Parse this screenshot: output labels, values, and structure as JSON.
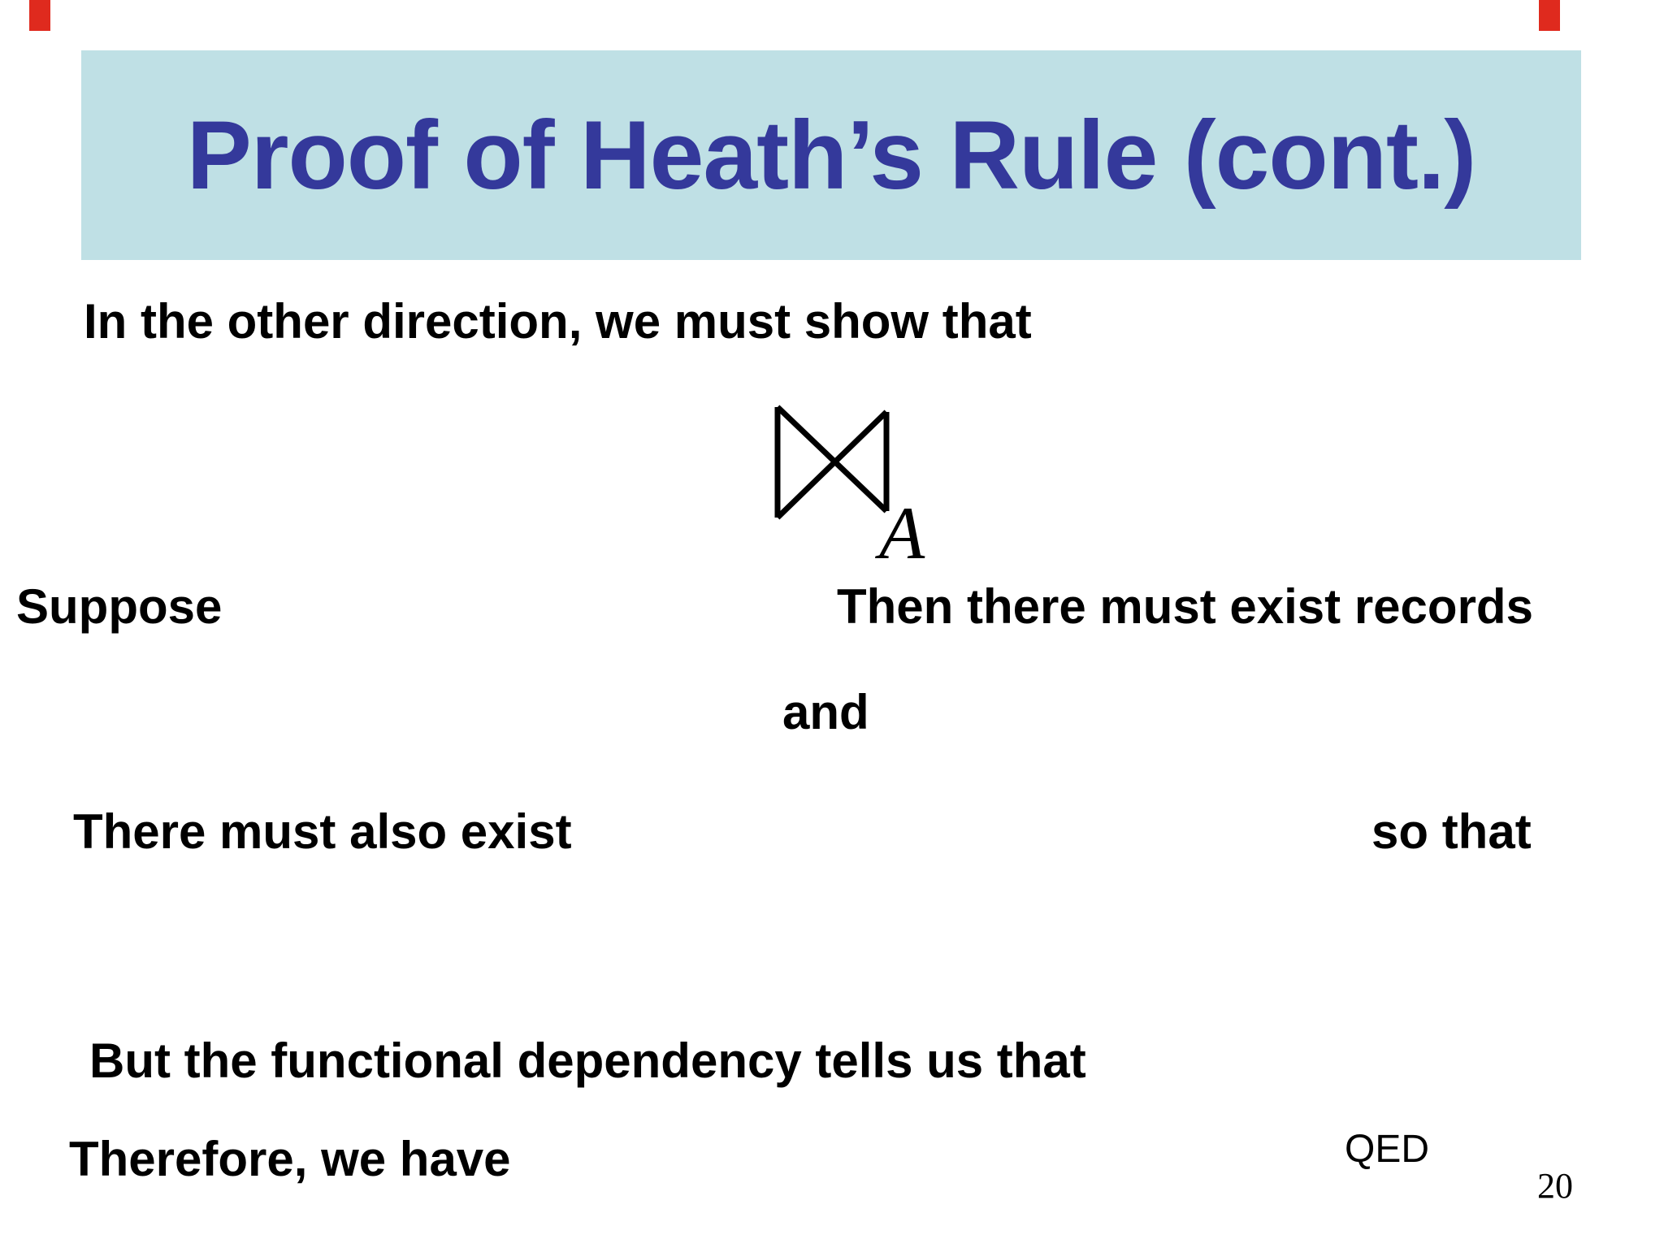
{
  "slide": {
    "title": "Proof of Heath’s Rule (cont.)",
    "intro": "In the other direction, we must show that",
    "suppose": "Suppose",
    "then_text": "Then there must exist records",
    "and_text": "and",
    "there_text": "There must also exist",
    "so_that_text": "so that",
    "but_text": "But the functional dependency tells us that",
    "therefore_text": "Therefore, we have",
    "qed": "QED",
    "page_number": "20",
    "join_symbol": {
      "name": "natural-join",
      "subscript": "A"
    },
    "colors": {
      "banner_background": "#bfe0e5",
      "title_text": "#34399b",
      "body_text": "#000000",
      "red_mark": "#df2a1e",
      "slide_background": "#ffffff"
    }
  }
}
